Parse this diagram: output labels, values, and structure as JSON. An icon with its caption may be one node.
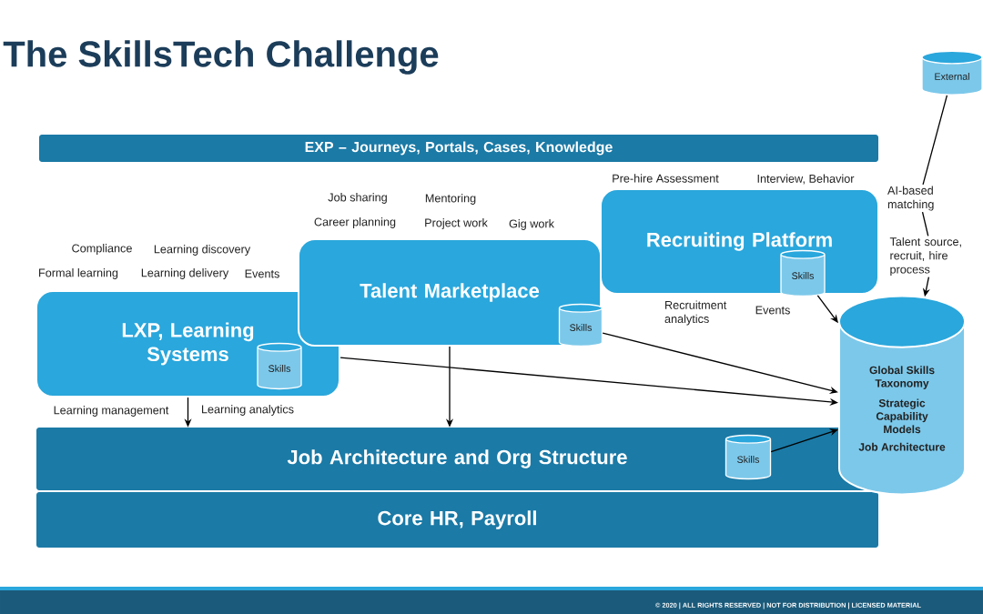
{
  "diagram": {
    "title": "The SkillsTech Challenge",
    "nodes": [
      {
        "text": [
          "EXP – Journeys, Portals, Cases, Knowledge"
        ]
      },
      {
        "text": [
          "Recruiting Platform"
        ]
      },
      {
        "text": [
          "Skills"
        ],
        "in": 1
      },
      {
        "text": [
          "Talent Marketplace"
        ]
      },
      {
        "text": [
          "Skills"
        ],
        "in": 3
      },
      {
        "text": [
          "LXP, Learning Systems"
        ]
      },
      {
        "text": [
          "Skills"
        ],
        "in": 5
      },
      {
        "text": [
          "Job Architecture and Org Structure"
        ]
      },
      {
        "text": [
          "Skills"
        ],
        "in": 7
      },
      {
        "text": [
          "Core HR, Payroll"
        ]
      },
      {
        "text": [
          "Global Skills Taxonomy",
          "Strategic Capability Models",
          "Job Architecture"
        ]
      },
      {
        "text": [
          "External"
        ]
      },
      {
        "text": [
          "AI-based matching"
        ]
      },
      {
        "text": [
          "Talent source, recruit, hire process"
        ]
      }
    ],
    "edges": [
      {
        "from": 11,
        "to": 12,
        "arrow": "none"
      },
      {
        "from": 12,
        "to": 13,
        "arrow": "none"
      },
      {
        "from": 13,
        "to": 10,
        "arrow": "to"
      },
      {
        "from": 2,
        "to": 10,
        "arrow": "to"
      },
      {
        "from": 4,
        "to": 10,
        "arrow": "to"
      },
      {
        "from": 5,
        "to": 10,
        "arrow": "to"
      },
      {
        "from": 8,
        "to": 10,
        "arrow": "to"
      },
      {
        "from": 5,
        "to": 7,
        "arrow": "to"
      },
      {
        "from": 3,
        "to": 7,
        "arrow": "to"
      }
    ],
    "labels": [
      "Pre-hire Assessment",
      "Interview, Behavior",
      "Job sharing",
      "Mentoring",
      "Career planning",
      "Project work",
      "Gig work",
      "Compliance",
      "Learning discovery",
      "Formal learning",
      "Learning delivery",
      "Events",
      "Recruitment analytics",
      "Events",
      "Learning management",
      "Learning analytics",
      "© 2020 | ALL RIGHTS RESERVED | NOT FOR DISTRIBUTION | LICENSED MATERIAL"
    ]
  }
}
